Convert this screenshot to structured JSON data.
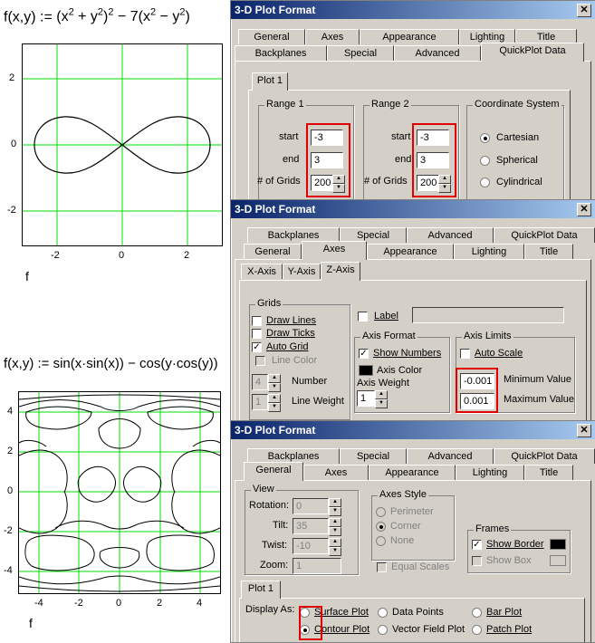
{
  "formula1": "f(x,y) := (x² + y²)² − 7(x² − y²)",
  "formula1_parts": {
    "lhs": "f(x,y) :=",
    "a": "(x",
    "b": " + y",
    "c": ")",
    "d": " − 7(x",
    "e": " − y",
    "f": ")"
  },
  "plot1": {
    "x_ticks": [
      "-2",
      "0",
      "2"
    ],
    "y_ticks": [
      "2",
      "0",
      "-2"
    ],
    "label": "f"
  },
  "formula2": "f(x,y) := sin(x·sin(x)) − cos(y·cos(y))",
  "plot2": {
    "x_ticks": [
      "-4",
      "-2",
      "0",
      "2",
      "4"
    ],
    "y_ticks": [
      "4",
      "2",
      "0",
      "-2",
      "-4"
    ],
    "label": "f"
  },
  "dialog1": {
    "title": "3-D Plot Format",
    "tabs_row1": [
      "General",
      "Axes",
      "Appearance",
      "Lighting",
      "Title"
    ],
    "tabs_row2": [
      "Backplanes",
      "Special",
      "Advanced",
      "QuickPlot Data"
    ],
    "subtab": "Plot 1",
    "range1": {
      "title": "Range 1",
      "start_label": "start",
      "end_label": "end",
      "grids_label": "# of Grids",
      "start": "-3",
      "end": "3",
      "grids": "200"
    },
    "range2": {
      "title": "Range 2",
      "start_label": "start",
      "end_label": "end",
      "grids_label": "# of Grids",
      "start": "-3",
      "end": "3",
      "grids": "200"
    },
    "coord": {
      "title": "Coordinate System",
      "options": [
        "Cartesian",
        "Spherical",
        "Cylindrical"
      ],
      "selected": "Cartesian"
    }
  },
  "dialog2": {
    "title": "3-D Plot Format",
    "tabs_row1": [
      "Backplanes",
      "Special",
      "Advanced",
      "QuickPlot Data"
    ],
    "tabs_row2": [
      "General",
      "Axes",
      "Appearance",
      "Lighting",
      "Title"
    ],
    "axis_tabs": [
      "X-Axis",
      "Y-Axis",
      "Z-Axis"
    ],
    "grids": {
      "title": "Grids",
      "draw_lines": "Draw Lines",
      "draw_ticks": "Draw Ticks",
      "auto_grid": "Auto Grid",
      "line_color": "Line Color",
      "number_label": "Number",
      "number": "4",
      "line_weight_label": "Line Weight",
      "line_weight": "1"
    },
    "label_check": "Label",
    "axis_format": {
      "title": "Axis Format",
      "show_numbers": "Show Numbers",
      "axis_color": "Axis Color",
      "axis_weight_label": "Axis Weight",
      "axis_weight": "1"
    },
    "axis_limits": {
      "title": "Axis Limits",
      "auto_scale": "Auto Scale",
      "min_value": "-0.001",
      "min_label": "Minimum Value",
      "max_value": "0.001",
      "max_label": "Maximum Value"
    }
  },
  "dialog3": {
    "title": "3-D Plot Format",
    "tabs_row1": [
      "Backplanes",
      "Special",
      "Advanced",
      "QuickPlot Data"
    ],
    "tabs_row2": [
      "General",
      "Axes",
      "Appearance",
      "Lighting",
      "Title"
    ],
    "view": {
      "title": "View",
      "rotation_label": "Rotation:",
      "rotation": "0",
      "tilt_label": "Tilt:",
      "tilt": "35",
      "twist_label": "Twist:",
      "twist": "-10",
      "zoom_label": "Zoom:",
      "zoom": "1"
    },
    "axes_style": {
      "title": "Axes Style",
      "options": [
        "Perimeter",
        "Corner",
        "None"
      ],
      "equal_scales": "Equal Scales"
    },
    "frames": {
      "title": "Frames",
      "show_border": "Show Border",
      "show_box": "Show Box"
    },
    "subtab": "Plot 1",
    "display_as_label": "Display As:",
    "display_options": [
      "Surface Plot",
      "Data Points",
      "Bar Plot",
      "Contour Plot",
      "Vector Field Plot",
      "Patch Plot"
    ],
    "selected": "Contour Plot"
  }
}
